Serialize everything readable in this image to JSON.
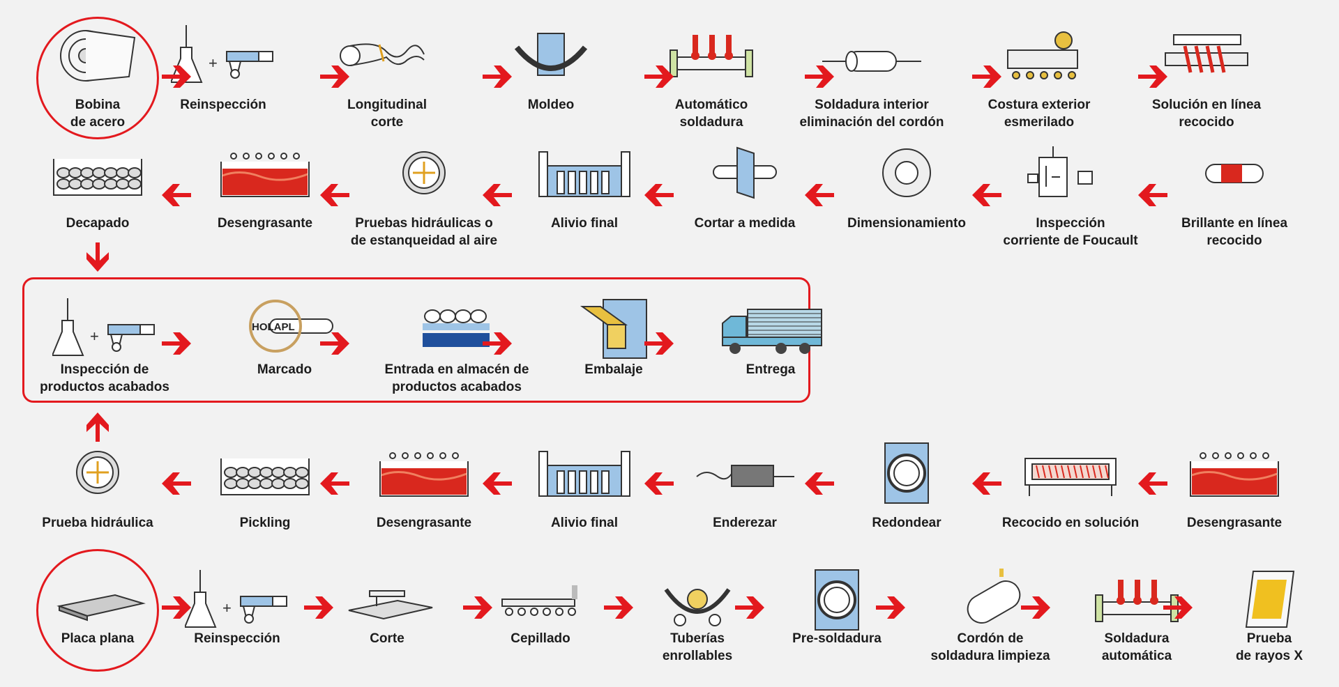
{
  "colors": {
    "arrow": "#e3191e",
    "highlight": "#e3191e",
    "background": "#f2f2f2"
  },
  "rows": [
    {
      "direction": "right",
      "steps": [
        {
          "label": "Bobina\nde acero",
          "icon": "steel-coil-icon"
        },
        {
          "label": "Reinspección",
          "icon": "reinspection-icon"
        },
        {
          "label": "Longitudinal\ncorte",
          "icon": "slitting-icon"
        },
        {
          "label": "Moldeo",
          "icon": "molding-icon"
        },
        {
          "label": "Automático\nsoldadura",
          "icon": "auto-welding-icon"
        },
        {
          "label": "Soldadura interior\neliminación del cordón",
          "icon": "inner-bead-removal-icon"
        },
        {
          "label": "Costura exterior\nesmerilado",
          "icon": "outer-seam-grinding-icon"
        },
        {
          "label": "Solución en línea\nrecocido",
          "icon": "inline-solution-annealing-icon"
        }
      ]
    },
    {
      "direction": "left",
      "steps": [
        {
          "label": "Decapado",
          "icon": "pickling-tank-icon"
        },
        {
          "label": "Desengrasante",
          "icon": "degreasing-tank-icon"
        },
        {
          "label": "Pruebas hidráulicas o\nde estanqueidad al aire",
          "icon": "pressure-test-icon"
        },
        {
          "label": "Alivio final",
          "icon": "end-relief-machine-icon"
        },
        {
          "label": "Cortar a medida",
          "icon": "cut-to-length-icon"
        },
        {
          "label": "Dimensionamiento",
          "icon": "sizing-ring-icon"
        },
        {
          "label": "Inspección\ncorriente de Foucault",
          "icon": "eddy-current-icon"
        },
        {
          "label": "Brillante en línea\nrecocido",
          "icon": "bright-annealing-icon"
        }
      ]
    },
    {
      "direction": "right",
      "steps": [
        {
          "label": "Inspección de\nproductos acabados",
          "icon": "final-inspection-icon"
        },
        {
          "label": "Marcado",
          "icon": "marking-icon",
          "marking_text": "HOLAPL"
        },
        {
          "label": "Entrada en almacén de\nproductos acabados",
          "icon": "warehouse-icon"
        },
        {
          "label": "Embalaje",
          "icon": "packing-icon"
        },
        {
          "label": "Entrega",
          "icon": "delivery-truck-icon"
        }
      ]
    },
    {
      "direction": "left",
      "steps": [
        {
          "label": "Prueba hidráulica",
          "icon": "hydraulic-test-icon"
        },
        {
          "label": "Pickling",
          "icon": "pickling-tank-icon"
        },
        {
          "label": "Desengrasante",
          "icon": "degreasing-tank-icon"
        },
        {
          "label": "Alivio final",
          "icon": "end-relief-machine-icon"
        },
        {
          "label": "Enderezar",
          "icon": "straightening-icon"
        },
        {
          "label": "Redondear",
          "icon": "rounding-icon"
        },
        {
          "label": "Recocido en solución",
          "icon": "solution-annealing-furnace-icon"
        },
        {
          "label": "Desengrasante",
          "icon": "degreasing-tank-icon"
        }
      ]
    },
    {
      "direction": "right",
      "steps": [
        {
          "label": "Placa plana",
          "icon": "flat-plate-icon"
        },
        {
          "label": "Reinspección",
          "icon": "reinspection-icon"
        },
        {
          "label": "Corte",
          "icon": "cutting-table-icon"
        },
        {
          "label": "Cepillado",
          "icon": "brushing-icon"
        },
        {
          "label": "Tuberías\nenrollables",
          "icon": "pipe-rolling-icon"
        },
        {
          "label": "Pre-soldadura",
          "icon": "pre-welding-icon"
        },
        {
          "label": "Cordón de\nsoldadura limpieza",
          "icon": "weld-bead-cleaning-icon"
        },
        {
          "label": "Soldadura\nautomática",
          "icon": "auto-welding-icon"
        },
        {
          "label": "Prueba\nde rayos X",
          "icon": "xray-test-icon"
        }
      ]
    }
  ]
}
